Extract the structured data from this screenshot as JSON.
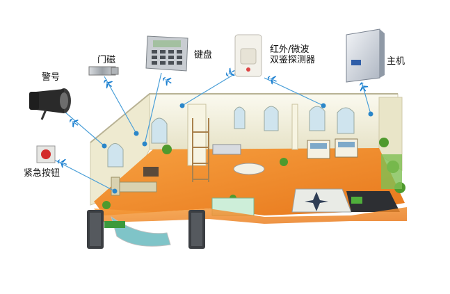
{
  "labels": {
    "alarm": "警号",
    "door_sensor": "门磁",
    "keypad": "键盘",
    "detector_line1": "红外/微波",
    "detector_line2": "双鉴探测器",
    "host": "主机",
    "emergency_button": "紧急按钮"
  },
  "colors": {
    "link_line": "#4a9fd8",
    "node_dot": "#2a86c9",
    "plane_icon": "#1a7fd0",
    "floor": "#f08a2a",
    "wall": "#f4f1dc",
    "grass": "#5fb43a"
  },
  "icons": [
    "horn-speaker-icon",
    "door-sensor-icon",
    "keypad-icon",
    "pir-detector-icon",
    "control-host-icon",
    "emergency-button-icon",
    "wireless-signal-icon",
    "beam-detector-icon"
  ]
}
